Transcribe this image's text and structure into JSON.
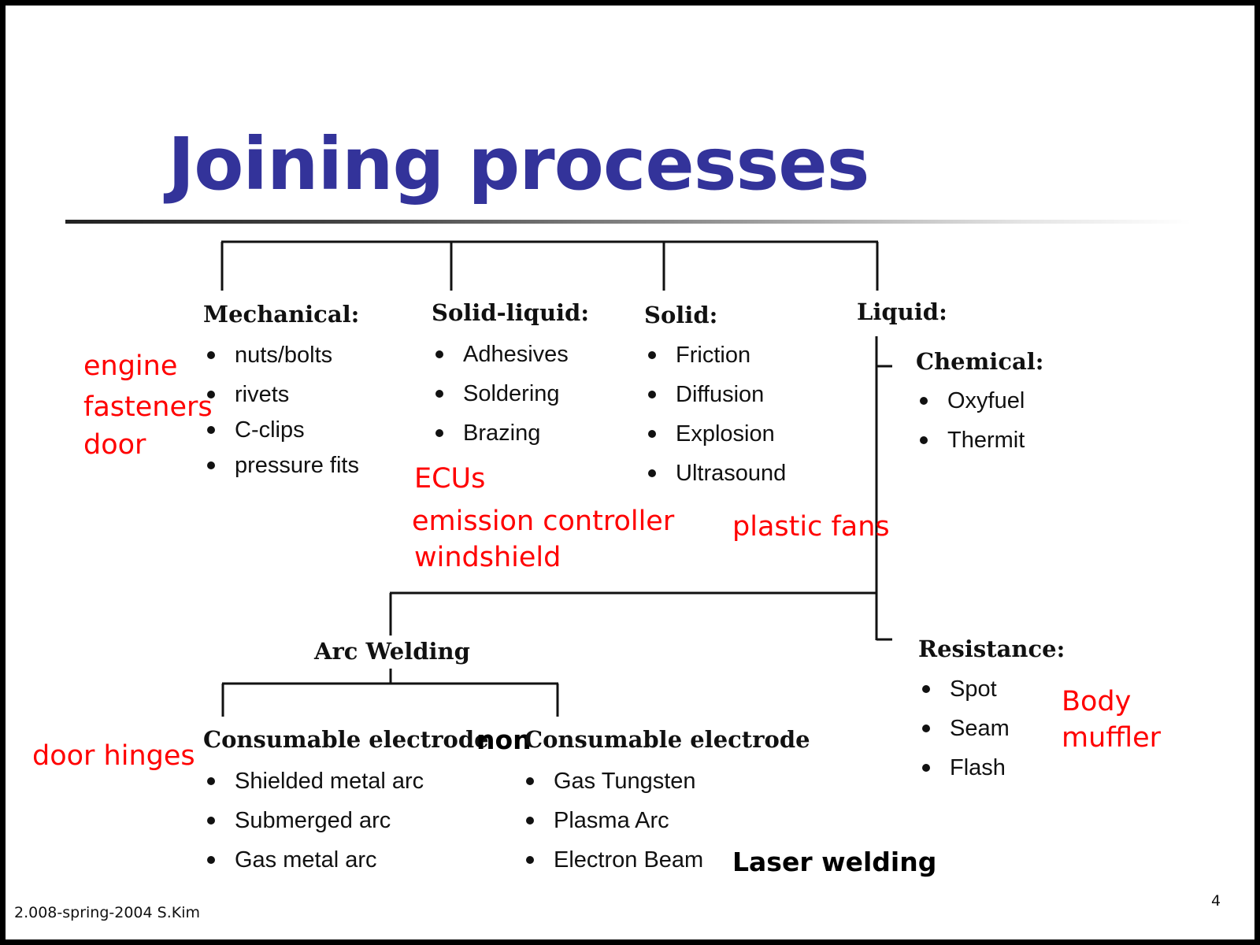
{
  "title": "Joining processes",
  "mechanical": {
    "heading": "Mechanical:",
    "items": [
      "nuts/bolts",
      "rivets",
      "C-clips",
      "pressure fits"
    ],
    "notes": [
      "engine",
      "fasteners",
      "door"
    ]
  },
  "solid_liquid": {
    "heading": "Solid-liquid:",
    "items": [
      "Adhesives",
      "Soldering",
      "Brazing"
    ],
    "notes": [
      "ECUs",
      "emission controller",
      "windshield"
    ]
  },
  "solid": {
    "heading": "Solid:",
    "items": [
      "Friction",
      "Diffusion",
      "Explosion",
      "Ultrasound"
    ],
    "notes": [
      "plastic fans"
    ]
  },
  "liquid": {
    "heading": "Liquid:"
  },
  "chemical": {
    "heading": "Chemical:",
    "items": [
      "Oxyfuel",
      "Thermit"
    ]
  },
  "resistance": {
    "heading": "Resistance:",
    "items": [
      "Spot",
      "Seam",
      "Flash"
    ],
    "notes": [
      "Body",
      "muffler"
    ]
  },
  "arc_welding": {
    "heading": "Arc Welding"
  },
  "consumable": {
    "heading": "Consumable electrode",
    "items": [
      "Shielded metal arc",
      "Submerged arc",
      "Gas metal arc"
    ],
    "notes": [
      "door hinges"
    ]
  },
  "nonconsumable": {
    "prefix": "non",
    "heading": "Consumable electrode",
    "items": [
      "Gas Tungsten",
      "Plasma Arc",
      "Electron Beam"
    ],
    "extra": "Laser welding"
  },
  "footer": {
    "left": "2.008-spring-2004  S.Kim",
    "page": "4"
  }
}
